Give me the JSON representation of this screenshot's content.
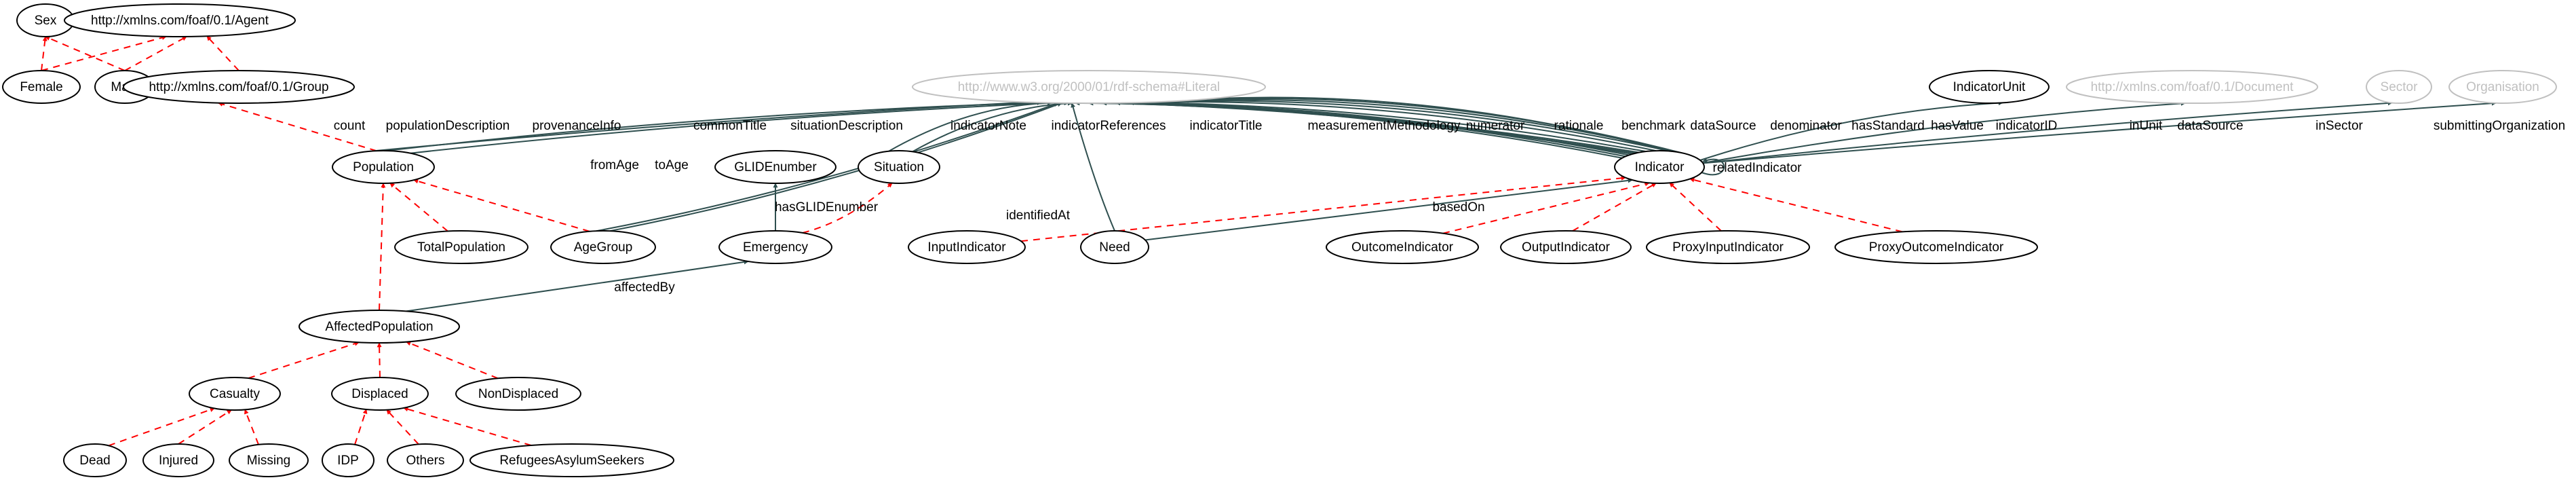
{
  "colors": {
    "property_edge": "#2f4f4f",
    "subclass_edge": "#ff0000",
    "external_node": "#c0c0c0",
    "node_stroke": "#000000"
  },
  "nodes": [
    {
      "id": "sex",
      "label": "Sex",
      "external": false
    },
    {
      "id": "agent",
      "label": "http://xmlns.com/foaf/0.1/Agent",
      "external": false
    },
    {
      "id": "female",
      "label": "Female",
      "external": false
    },
    {
      "id": "male",
      "label": "Male",
      "external": false
    },
    {
      "id": "group",
      "label": "http://xmlns.com/foaf/0.1/Group",
      "external": false
    },
    {
      "id": "literal",
      "label": "http://www.w3.org/2000/01/rdf-schema#Literal",
      "external": true
    },
    {
      "id": "indicatorunit",
      "label": "IndicatorUnit",
      "external": false
    },
    {
      "id": "document",
      "label": "http://xmlns.com/foaf/0.1/Document",
      "external": true
    },
    {
      "id": "sector",
      "label": "Sector",
      "external": true
    },
    {
      "id": "organisation",
      "label": "Organisation",
      "external": true
    },
    {
      "id": "population",
      "label": "Population",
      "external": false
    },
    {
      "id": "glidenumber",
      "label": "GLIDEnumber",
      "external": false
    },
    {
      "id": "situation",
      "label": "Situation",
      "external": false
    },
    {
      "id": "indicator",
      "label": "Indicator",
      "external": false
    },
    {
      "id": "totalpopulation",
      "label": "TotalPopulation",
      "external": false
    },
    {
      "id": "agegroup",
      "label": "AgeGroup",
      "external": false
    },
    {
      "id": "emergency",
      "label": "Emergency",
      "external": false
    },
    {
      "id": "inputindicator",
      "label": "InputIndicator",
      "external": false
    },
    {
      "id": "need",
      "label": "Need",
      "external": false
    },
    {
      "id": "outcomeindicator",
      "label": "OutcomeIndicator",
      "external": false
    },
    {
      "id": "outputindicator",
      "label": "OutputIndicator",
      "external": false
    },
    {
      "id": "proxyinputindicator",
      "label": "ProxyInputIndicator",
      "external": false
    },
    {
      "id": "proxyoutcomeindicator",
      "label": "ProxyOutcomeIndicator",
      "external": false
    },
    {
      "id": "affectedpopulation",
      "label": "AffectedPopulation",
      "external": false
    },
    {
      "id": "casualty",
      "label": "Casualty",
      "external": false
    },
    {
      "id": "displaced",
      "label": "Displaced",
      "external": false
    },
    {
      "id": "nondisplaced",
      "label": "NonDisplaced",
      "external": false
    },
    {
      "id": "dead",
      "label": "Dead",
      "external": false
    },
    {
      "id": "injured",
      "label": "Injured",
      "external": false
    },
    {
      "id": "missing",
      "label": "Missing",
      "external": false
    },
    {
      "id": "idp",
      "label": "IDP",
      "external": false
    },
    {
      "id": "others",
      "label": "Others",
      "external": false
    },
    {
      "id": "refugees",
      "label": "RefugeesAsylumSeekers",
      "external": false
    }
  ],
  "edges": [
    {
      "from": "female",
      "to": "sex",
      "kind": "subclass",
      "label": ""
    },
    {
      "from": "male",
      "to": "sex",
      "kind": "subclass",
      "label": ""
    },
    {
      "from": "female",
      "to": "agent",
      "kind": "subclass",
      "label": ""
    },
    {
      "from": "male",
      "to": "agent",
      "kind": "subclass",
      "label": ""
    },
    {
      "from": "group",
      "to": "agent",
      "kind": "subclass",
      "label": ""
    },
    {
      "from": "population",
      "to": "group",
      "kind": "subclass",
      "label": ""
    },
    {
      "from": "population",
      "to": "literal",
      "kind": "property",
      "label": "count"
    },
    {
      "from": "population",
      "to": "literal",
      "kind": "property",
      "label": "populationDescription"
    },
    {
      "from": "population",
      "to": "literal",
      "kind": "property",
      "label": "provenanceInfo"
    },
    {
      "from": "agegroup",
      "to": "literal",
      "kind": "property",
      "label": "fromAge"
    },
    {
      "from": "agegroup",
      "to": "literal",
      "kind": "property",
      "label": "toAge"
    },
    {
      "from": "situation",
      "to": "literal",
      "kind": "property",
      "label": "commonTitle"
    },
    {
      "from": "situation",
      "to": "literal",
      "kind": "property",
      "label": "situationDescription"
    },
    {
      "from": "need",
      "to": "literal",
      "kind": "property",
      "label": "identifiedAt"
    },
    {
      "from": "indicator",
      "to": "literal",
      "kind": "property",
      "label": "indicatorNote"
    },
    {
      "from": "indicator",
      "to": "literal",
      "kind": "property",
      "label": "indicatorReferences"
    },
    {
      "from": "indicator",
      "to": "literal",
      "kind": "property",
      "label": "indicatorTitle"
    },
    {
      "from": "indicator",
      "to": "literal",
      "kind": "property",
      "label": "measurementMethodology"
    },
    {
      "from": "indicator",
      "to": "literal",
      "kind": "property",
      "label": "numerator"
    },
    {
      "from": "indicator",
      "to": "literal",
      "kind": "property",
      "label": "rationale"
    },
    {
      "from": "indicator",
      "to": "literal",
      "kind": "property",
      "label": "benchmark"
    },
    {
      "from": "indicator",
      "to": "literal",
      "kind": "property",
      "label": "dataSource"
    },
    {
      "from": "indicator",
      "to": "literal",
      "kind": "property",
      "label": "denominator"
    },
    {
      "from": "indicator",
      "to": "literal",
      "kind": "property",
      "label": "hasStandard"
    },
    {
      "from": "indicator",
      "to": "literal",
      "kind": "property",
      "label": "hasValue"
    },
    {
      "from": "indicator",
      "to": "literal",
      "kind": "property",
      "label": "indicatorID"
    },
    {
      "from": "indicator",
      "to": "indicatorunit",
      "kind": "property",
      "label": "inUnit"
    },
    {
      "from": "indicator",
      "to": "document",
      "kind": "property",
      "label": "dataSource"
    },
    {
      "from": "indicator",
      "to": "sector",
      "kind": "property",
      "label": "inSector"
    },
    {
      "from": "indicator",
      "to": "organisation",
      "kind": "property",
      "label": "submittingOrganization"
    },
    {
      "from": "indicator",
      "to": "indicator",
      "kind": "property",
      "label": "relatedIndicator"
    },
    {
      "from": "need",
      "to": "indicator",
      "kind": "property",
      "label": "basedOn"
    },
    {
      "from": "emergency",
      "to": "glidenumber",
      "kind": "property",
      "label": "hasGLIDEnumber"
    },
    {
      "from": "emergency",
      "to": "situation",
      "kind": "subclass",
      "label": ""
    },
    {
      "from": "affectedpopulation",
      "to": "emergency",
      "kind": "property",
      "label": "affectedBy"
    },
    {
      "from": "totalpopulation",
      "to": "population",
      "kind": "subclass",
      "label": ""
    },
    {
      "from": "agegroup",
      "to": "population",
      "kind": "subclass",
      "label": ""
    },
    {
      "from": "affectedpopulation",
      "to": "population",
      "kind": "subclass",
      "label": ""
    },
    {
      "from": "inputindicator",
      "to": "indicator",
      "kind": "subclass",
      "label": ""
    },
    {
      "from": "outcomeindicator",
      "to": "indicator",
      "kind": "subclass",
      "label": ""
    },
    {
      "from": "outputindicator",
      "to": "indicator",
      "kind": "subclass",
      "label": ""
    },
    {
      "from": "proxyinputindicator",
      "to": "indicator",
      "kind": "subclass",
      "label": ""
    },
    {
      "from": "proxyoutcomeindicator",
      "to": "indicator",
      "kind": "subclass",
      "label": ""
    },
    {
      "from": "casualty",
      "to": "affectedpopulation",
      "kind": "subclass",
      "label": ""
    },
    {
      "from": "displaced",
      "to": "affectedpopulation",
      "kind": "subclass",
      "label": ""
    },
    {
      "from": "nondisplaced",
      "to": "affectedpopulation",
      "kind": "subclass",
      "label": ""
    },
    {
      "from": "dead",
      "to": "casualty",
      "kind": "subclass",
      "label": ""
    },
    {
      "from": "injured",
      "to": "casualty",
      "kind": "subclass",
      "label": ""
    },
    {
      "from": "missing",
      "to": "casualty",
      "kind": "subclass",
      "label": ""
    },
    {
      "from": "idp",
      "to": "displaced",
      "kind": "subclass",
      "label": ""
    },
    {
      "from": "others",
      "to": "displaced",
      "kind": "subclass",
      "label": ""
    },
    {
      "from": "refugees",
      "to": "displaced",
      "kind": "subclass",
      "label": ""
    }
  ]
}
